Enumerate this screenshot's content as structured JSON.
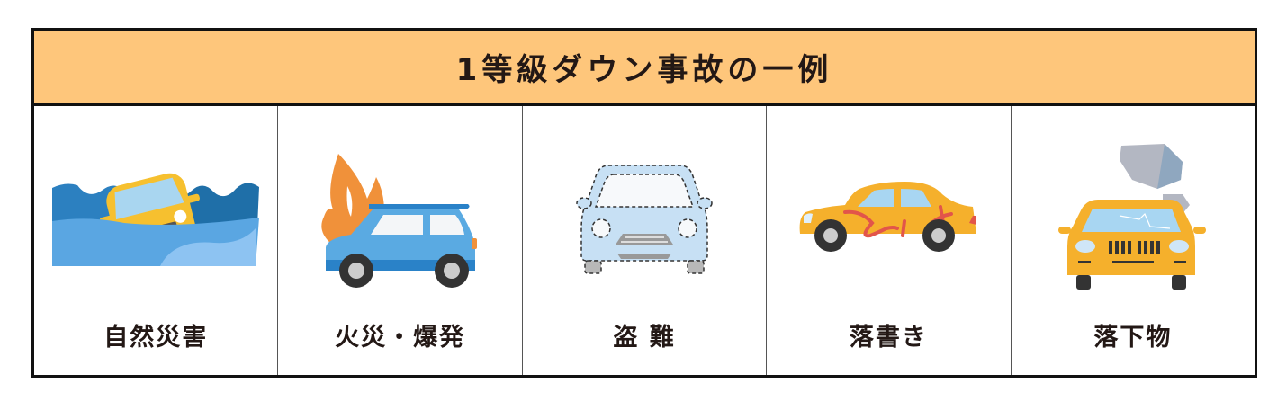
{
  "header": {
    "title": "1等級ダウン事故の一例",
    "background_color": "#fec67b",
    "border_color": "#111111"
  },
  "items": [
    {
      "label": "自然災害",
      "icon": "car-flood-icon"
    },
    {
      "label": "火災・爆発",
      "icon": "car-fire-icon"
    },
    {
      "label": "盗 難",
      "icon": "car-theft-icon"
    },
    {
      "label": "落書き",
      "icon": "car-graffiti-icon"
    },
    {
      "label": "落下物",
      "icon": "car-falling-object-icon"
    }
  ],
  "colors": {
    "water_dark": "#2c80c0",
    "water_light": "#5aa6e2",
    "car_yellow": "#f6c02f",
    "car_orange_yellow": "#f5b02c",
    "car_blue": "#5aaae2",
    "flame_orange": "#f0913a",
    "ghost_car_blue": "#c7e0f4",
    "graffiti_red": "#e2554a",
    "rock_gray": "#b3b7c2"
  }
}
